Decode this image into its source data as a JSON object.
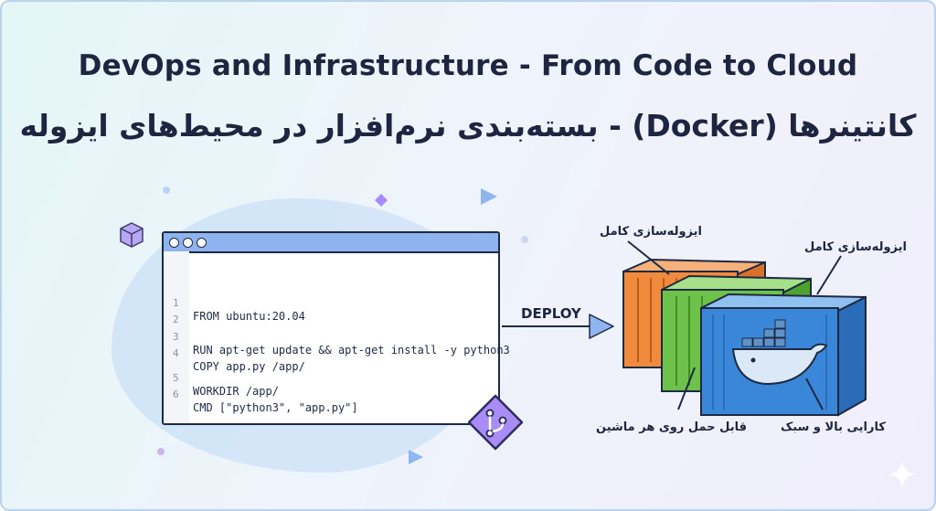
{
  "titles": {
    "en": "DevOps and Infrastructure - From Code to Cloud",
    "fa": "کانتینرها (Docker) - بسته‌بندی نرم‌افزار در محیط‌های ایزوله"
  },
  "code": {
    "lines": [
      {
        "num": "1",
        "text": "FROM ubuntu:20.04"
      },
      {
        "num": "2",
        "text": ""
      },
      {
        "num": "3",
        "text": "RUN apt-get update && apt-get install -y python3"
      },
      {
        "num": "4",
        "text": "COPY app.py /app/"
      },
      {
        "num": "5",
        "text": "WORKDIR /app/"
      },
      {
        "num": "6",
        "text": "CMD [\"python3\", \"app.py\"]"
      }
    ]
  },
  "deploy": {
    "label": "DEPLOY"
  },
  "labels": {
    "isolation_1": "ایزوله‌سازی کامل",
    "isolation_2": "ایزوله‌سازی کامل",
    "portable": "قابل حمل روی هر ماشین",
    "performance": "کارایی بالا و سبک"
  },
  "colors": {
    "container_orange": "#f08a3c",
    "container_green": "#6cc24a",
    "container_blue": "#3a86d8",
    "window_bar": "#8fb3ee",
    "outline": "#1e2a44",
    "accent_purple": "#a78bfa"
  },
  "icons": {
    "git": "git-branch-icon",
    "docker": "docker-whale-icon",
    "sparkle": "sparkle-icon",
    "cube": "cube-icon"
  }
}
